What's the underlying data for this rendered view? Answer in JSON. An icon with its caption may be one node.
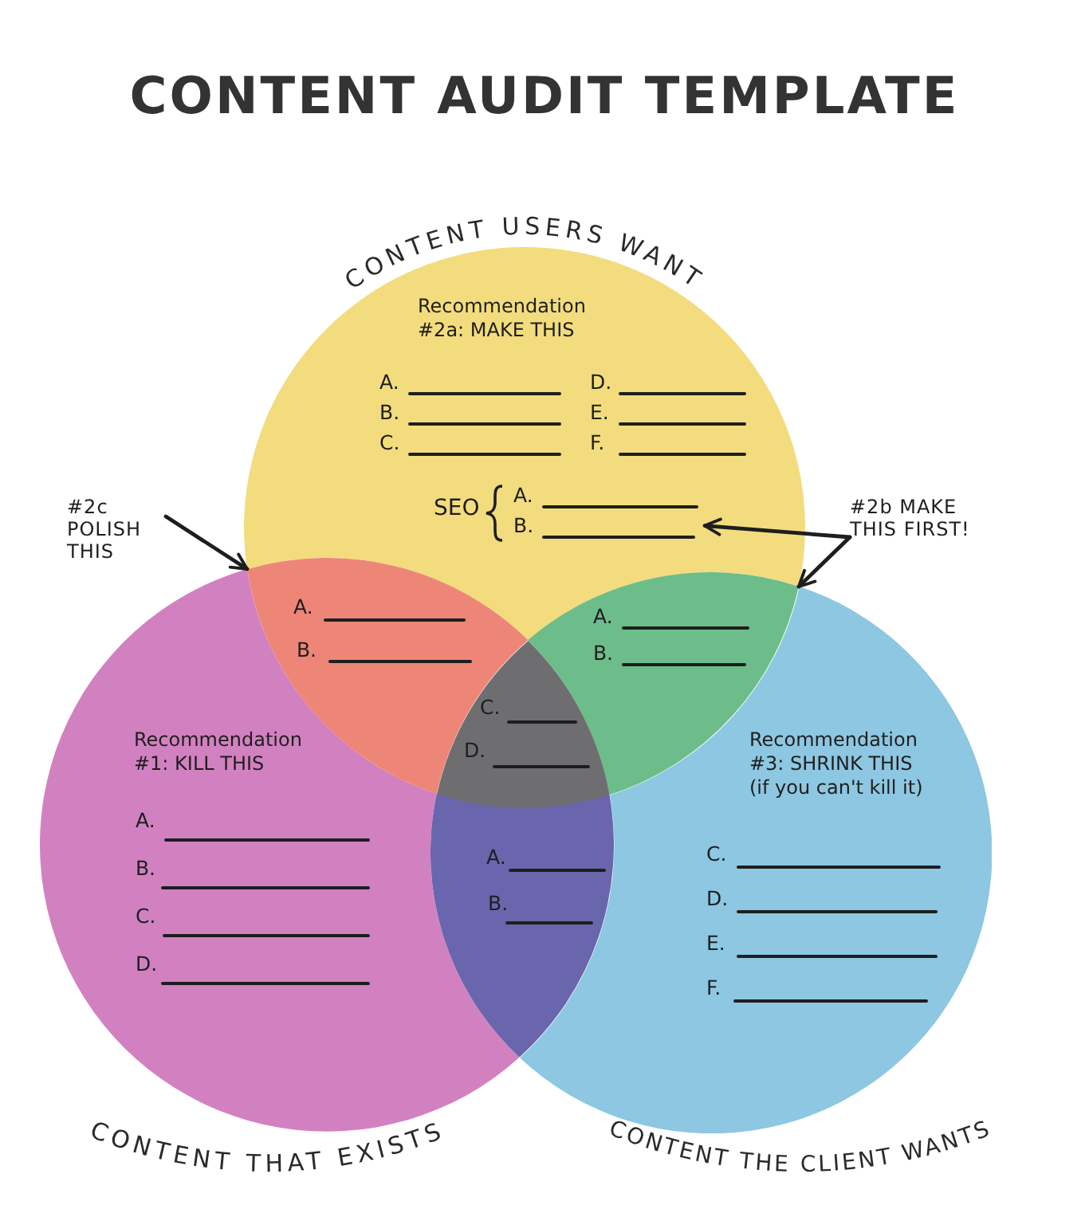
{
  "diagram": {
    "title": "CONTENT AUDIT TEMPLATE",
    "nodes": [
      {
        "text": [
          "CONTENT USERS WANT",
          "Recommendation #2a: MAKE THIS",
          "A.",
          "B.",
          "C.",
          "D.",
          "E.",
          "F."
        ]
      },
      {
        "text": [
          "SEO",
          "A.",
          "B."
        ],
        "in": 0
      },
      {
        "text": [
          "#2c POLISH THIS"
        ]
      },
      {
        "text": [
          "#2b MAKE THIS FIRST!"
        ]
      },
      {
        "text": [
          "A.",
          "B."
        ]
      },
      {
        "text": [
          "A.",
          "B."
        ]
      },
      {
        "text": [
          "C.",
          "D."
        ]
      },
      {
        "text": [
          "Recommendation #1: KILL THIS",
          "A.",
          "B.",
          "C.",
          "D.",
          "CONTENT THAT EXISTS"
        ]
      },
      {
        "text": [
          "A.",
          "B."
        ]
      },
      {
        "text": [
          "Recommendation #3: SHRINK THIS (if you can't kill it)",
          "C.",
          "D.",
          "E.",
          "F.",
          "CONTENT THE CLIENT WANTS"
        ]
      }
    ],
    "edges": [
      {
        "from": 2,
        "to": 4,
        "arrow": "to"
      },
      {
        "from": 3,
        "to": 1,
        "arrow": "to"
      },
      {
        "from": 3,
        "to": 5,
        "arrow": "to"
      }
    ]
  }
}
